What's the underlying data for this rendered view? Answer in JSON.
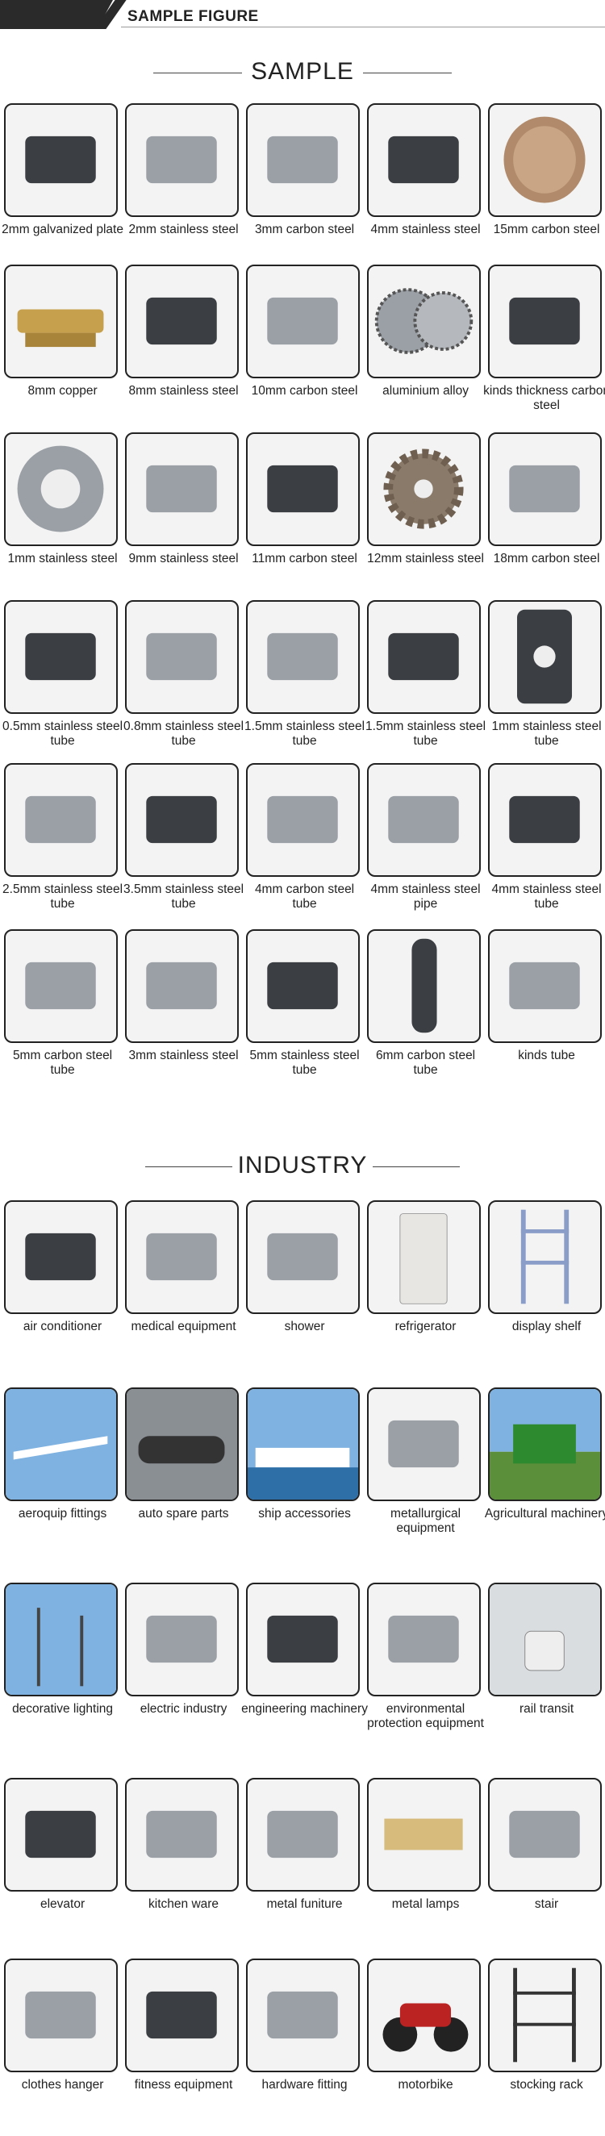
{
  "banner": {
    "title": "SAMPLE FIGURE"
  },
  "sample": {
    "heading": "SAMPLE",
    "items": [
      {
        "label": "2mm galvanized plate",
        "icon": "metal-plate-icon"
      },
      {
        "label": "2mm stainless steel",
        "icon": "cut-part-icon"
      },
      {
        "label": "3mm carbon steel",
        "icon": "square-plate-icon"
      },
      {
        "label": "4mm stainless steel",
        "icon": "ball-part-icon"
      },
      {
        "label": "15mm carbon steel",
        "icon": "disc-icon"
      },
      {
        "label": "8mm copper",
        "icon": "copper-parts-icon"
      },
      {
        "label": "8mm stainless steel",
        "icon": "cross-part-icon"
      },
      {
        "label": "10mm carbon steel",
        "icon": "bracket-icon"
      },
      {
        "label": "aluminium alloy",
        "icon": "saw-blade-icon"
      },
      {
        "label": "kinds thickness carbon steel",
        "icon": "strips-icon"
      },
      {
        "label": "1mm stainless steel",
        "icon": "stator-icon"
      },
      {
        "label": "9mm stainless steel",
        "icon": "shaped-part-icon"
      },
      {
        "label": "11mm carbon steel",
        "icon": "block-part-icon"
      },
      {
        "label": "12mm stainless steel",
        "icon": "gear-icon"
      },
      {
        "label": "18mm carbon steel",
        "icon": "wrench-part-icon"
      },
      {
        "label": "0.5mm stainless steel tube",
        "icon": "pattern-tube-icon"
      },
      {
        "label": "0.8mm stainless steel tube",
        "icon": "holed-tube-icon"
      },
      {
        "label": "1.5mm stainless steel tube",
        "icon": "t-tube-icon"
      },
      {
        "label": "1.5mm stainless steel tube",
        "icon": "box-tube-icon"
      },
      {
        "label": "1mm stainless steel tube",
        "icon": "round-tube-icon"
      },
      {
        "label": "2.5mm stainless steel tube",
        "icon": "channel-icon"
      },
      {
        "label": "3.5mm stainless steel tube",
        "icon": "saddle-tube-icon"
      },
      {
        "label": "4mm carbon steel tube",
        "icon": "laser-cut-icon"
      },
      {
        "label": "4mm stainless steel pipe",
        "icon": "pipes-icon"
      },
      {
        "label": "4mm stainless steel tube",
        "icon": "square-tube-icon"
      },
      {
        "label": "5mm carbon steel tube",
        "icon": "rect-tube-icon"
      },
      {
        "label": "3mm stainless steel",
        "icon": "joint-tube-icon"
      },
      {
        "label": "5mm stainless steel tube",
        "icon": "slot-tube-icon"
      },
      {
        "label": "6mm carbon steel tube",
        "icon": "vertical-tube-icon"
      },
      {
        "label": "kinds tube",
        "icon": "frame-tube-icon"
      }
    ]
  },
  "industry": {
    "heading": "INDUSTRY",
    "items": [
      {
        "label": "air conditioner",
        "icon": "air-conditioner-icon"
      },
      {
        "label": "medical equipment",
        "icon": "hospital-bed-icon"
      },
      {
        "label": "shower",
        "icon": "shower-icon"
      },
      {
        "label": "refrigerator",
        "icon": "refrigerator-icon"
      },
      {
        "label": "display shelf",
        "icon": "shelf-icon"
      },
      {
        "label": "aeroquip fittings",
        "icon": "airplane-icon"
      },
      {
        "label": "auto spare parts",
        "icon": "car-icon"
      },
      {
        "label": "ship accessories",
        "icon": "ship-icon"
      },
      {
        "label": "metallurgical equipment",
        "icon": "machine-icon"
      },
      {
        "label": "Agricultural machinery",
        "icon": "tractor-icon"
      },
      {
        "label": "decorative lighting",
        "icon": "street-light-icon"
      },
      {
        "label": "electric industry",
        "icon": "switchgear-icon"
      },
      {
        "label": "engineering machinery",
        "icon": "crane-icon"
      },
      {
        "label": "environmental protection equipment",
        "icon": "factory-icon"
      },
      {
        "label": "rail transit",
        "icon": "train-icon"
      },
      {
        "label": "elevator",
        "icon": "elevator-icon"
      },
      {
        "label": "kitchen ware",
        "icon": "kitchen-icon"
      },
      {
        "label": "metal funiture",
        "icon": "furniture-icon"
      },
      {
        "label": "metal lamps",
        "icon": "chandelier-icon"
      },
      {
        "label": "stair",
        "icon": "stair-icon"
      },
      {
        "label": "clothes hanger",
        "icon": "hanger-icon"
      },
      {
        "label": "fitness equipment",
        "icon": "fitness-icon"
      },
      {
        "label": "hardware fitting",
        "icon": "hardware-icon"
      },
      {
        "label": "motorbike",
        "icon": "motorbike-icon"
      },
      {
        "label": "stocking rack",
        "icon": "rack-icon"
      }
    ]
  },
  "colors": {
    "border": "#222222",
    "thumb_bg": "#f3f3f3",
    "metal": "#9aa0a6",
    "dark_metal": "#3b3e42",
    "copper": "#c7a04e",
    "sky": "#7fb2e0"
  }
}
